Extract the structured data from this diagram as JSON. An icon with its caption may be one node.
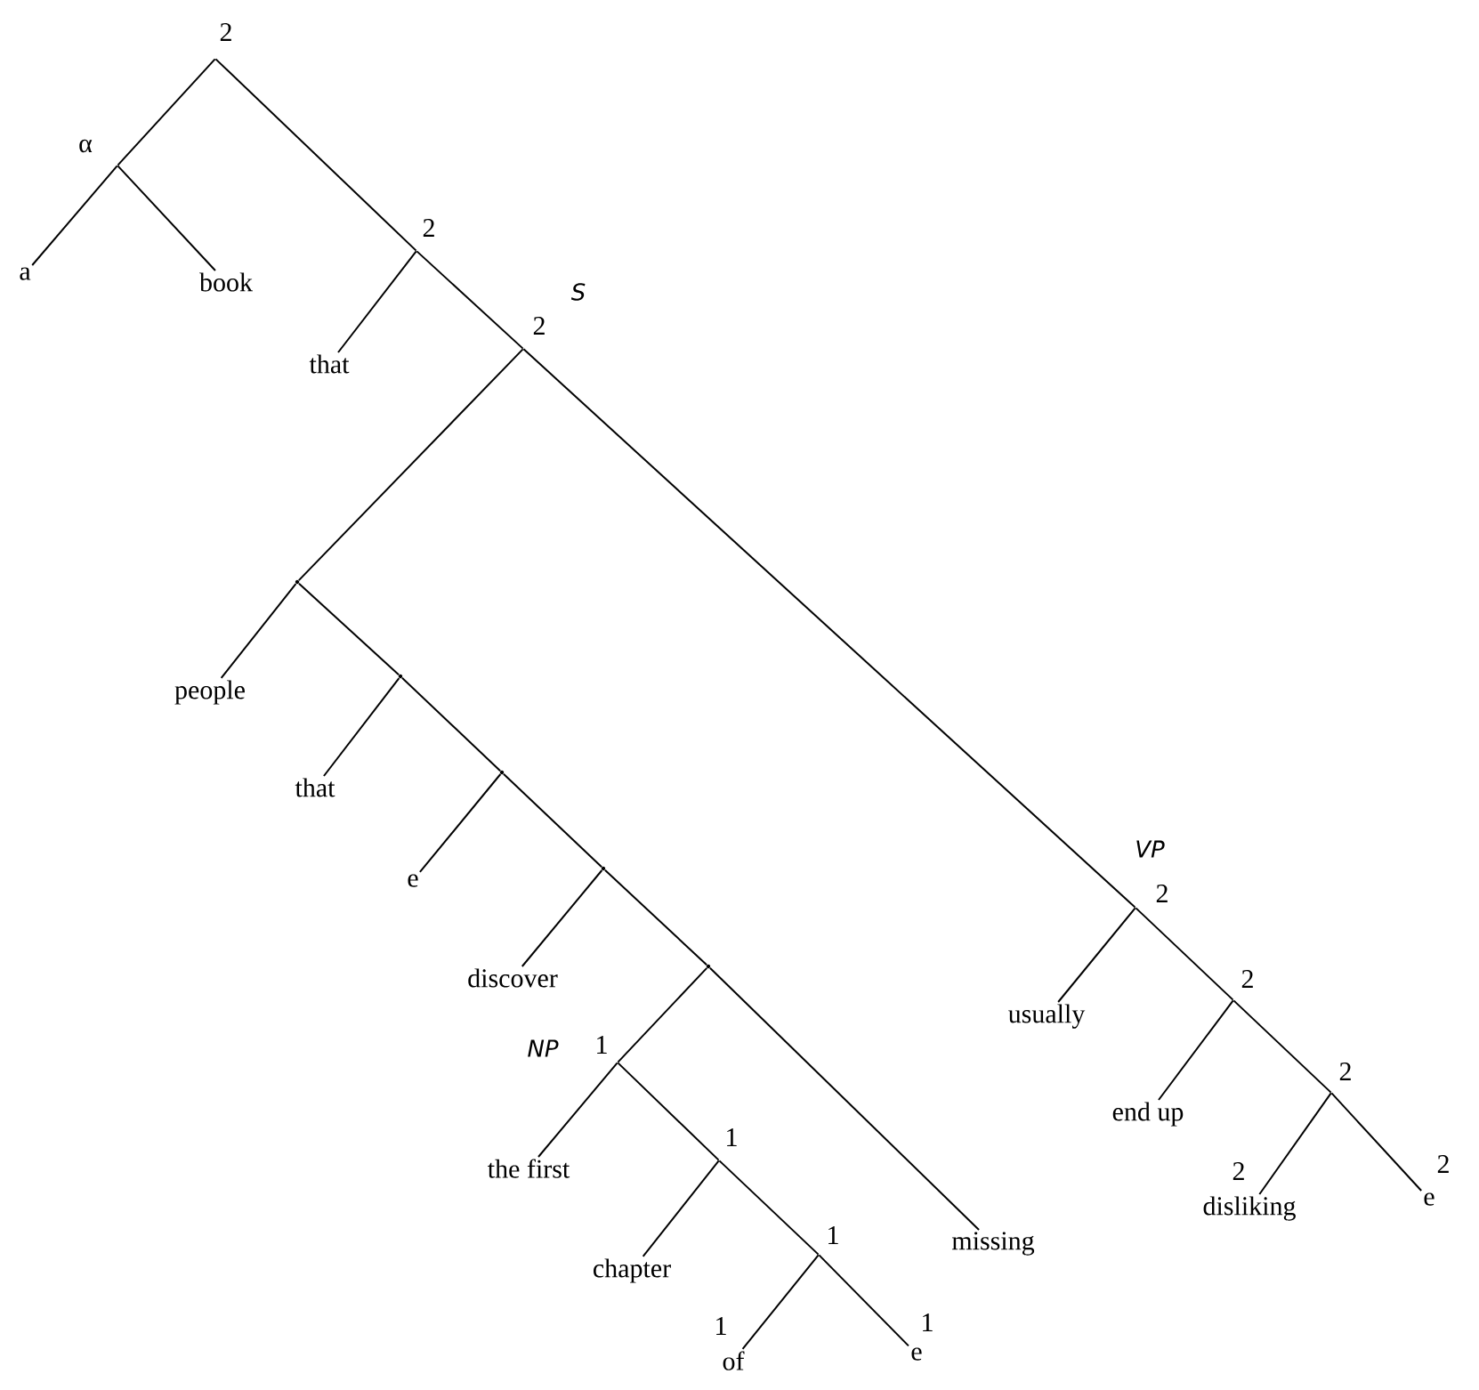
{
  "diagram": {
    "nodes": [
      {
        "text": [
          "2"
        ]
      },
      {
        "text": [
          "α"
        ]
      },
      {
        "text": [
          "a"
        ]
      },
      {
        "text": [
          "book"
        ]
      },
      {
        "text": [
          "2"
        ]
      },
      {
        "text": [
          "that"
        ]
      },
      {
        "text": [
          "2"
        ],
        "beside": [
          "S"
        ]
      },
      {
        "text": [],
        "shape": "point"
      },
      {
        "text": [
          "people"
        ]
      },
      {
        "text": [],
        "shape": "point"
      },
      {
        "text": [
          "that"
        ]
      },
      {
        "text": [],
        "shape": "point"
      },
      {
        "text": [
          "e"
        ]
      },
      {
        "text": [],
        "shape": "point"
      },
      {
        "text": [
          "discover"
        ]
      },
      {
        "text": [],
        "shape": "point"
      },
      {
        "text": [
          "1"
        ],
        "beside": [
          "NP"
        ]
      },
      {
        "text": [
          "the first"
        ]
      },
      {
        "text": [
          "1"
        ]
      },
      {
        "text": [
          "chapter"
        ]
      },
      {
        "text": [
          "1"
        ]
      },
      {
        "text": [
          "of"
        ],
        "beside": [
          "1"
        ]
      },
      {
        "text": [
          "e"
        ],
        "beside": [
          "1"
        ]
      },
      {
        "text": [
          "missing"
        ]
      },
      {
        "text": [
          "2"
        ],
        "beside": [
          "VP"
        ]
      },
      {
        "text": [
          "usually"
        ]
      },
      {
        "text": [
          "2"
        ]
      },
      {
        "text": [
          "end up"
        ]
      },
      {
        "text": [
          "2"
        ]
      },
      {
        "text": [
          "disliking"
        ],
        "beside": [
          "2"
        ]
      },
      {
        "text": [
          "e"
        ],
        "beside": [
          "2"
        ]
      }
    ],
    "edges": [
      {
        "from": 0,
        "to": 1,
        "arrow": "none"
      },
      {
        "from": 1,
        "to": 2,
        "arrow": "none"
      },
      {
        "from": 1,
        "to": 3,
        "arrow": "none"
      },
      {
        "from": 0,
        "to": 4,
        "arrow": "none"
      },
      {
        "from": 4,
        "to": 5,
        "arrow": "none"
      },
      {
        "from": 4,
        "to": 6,
        "arrow": "none"
      },
      {
        "from": 6,
        "to": 7,
        "arrow": "none"
      },
      {
        "from": 7,
        "to": 8,
        "arrow": "none"
      },
      {
        "from": 7,
        "to": 9,
        "arrow": "none"
      },
      {
        "from": 9,
        "to": 10,
        "arrow": "none"
      },
      {
        "from": 9,
        "to": 11,
        "arrow": "none"
      },
      {
        "from": 11,
        "to": 12,
        "arrow": "none"
      },
      {
        "from": 11,
        "to": 13,
        "arrow": "none"
      },
      {
        "from": 13,
        "to": 14,
        "arrow": "none"
      },
      {
        "from": 13,
        "to": 15,
        "arrow": "none"
      },
      {
        "from": 15,
        "to": 16,
        "arrow": "none"
      },
      {
        "from": 16,
        "to": 17,
        "arrow": "none"
      },
      {
        "from": 16,
        "to": 18,
        "arrow": "none"
      },
      {
        "from": 18,
        "to": 19,
        "arrow": "none"
      },
      {
        "from": 18,
        "to": 20,
        "arrow": "none"
      },
      {
        "from": 20,
        "to": 21,
        "arrow": "none"
      },
      {
        "from": 20,
        "to": 22,
        "arrow": "none"
      },
      {
        "from": 15,
        "to": 23,
        "arrow": "none"
      },
      {
        "from": 6,
        "to": 24,
        "arrow": "none"
      },
      {
        "from": 24,
        "to": 25,
        "arrow": "none"
      },
      {
        "from": 24,
        "to": 26,
        "arrow": "none"
      },
      {
        "from": 26,
        "to": 27,
        "arrow": "none"
      },
      {
        "from": 26,
        "to": 28,
        "arrow": "none"
      },
      {
        "from": 28,
        "to": 29,
        "arrow": "none"
      },
      {
        "from": 28,
        "to": 30,
        "arrow": "none"
      }
    ]
  }
}
